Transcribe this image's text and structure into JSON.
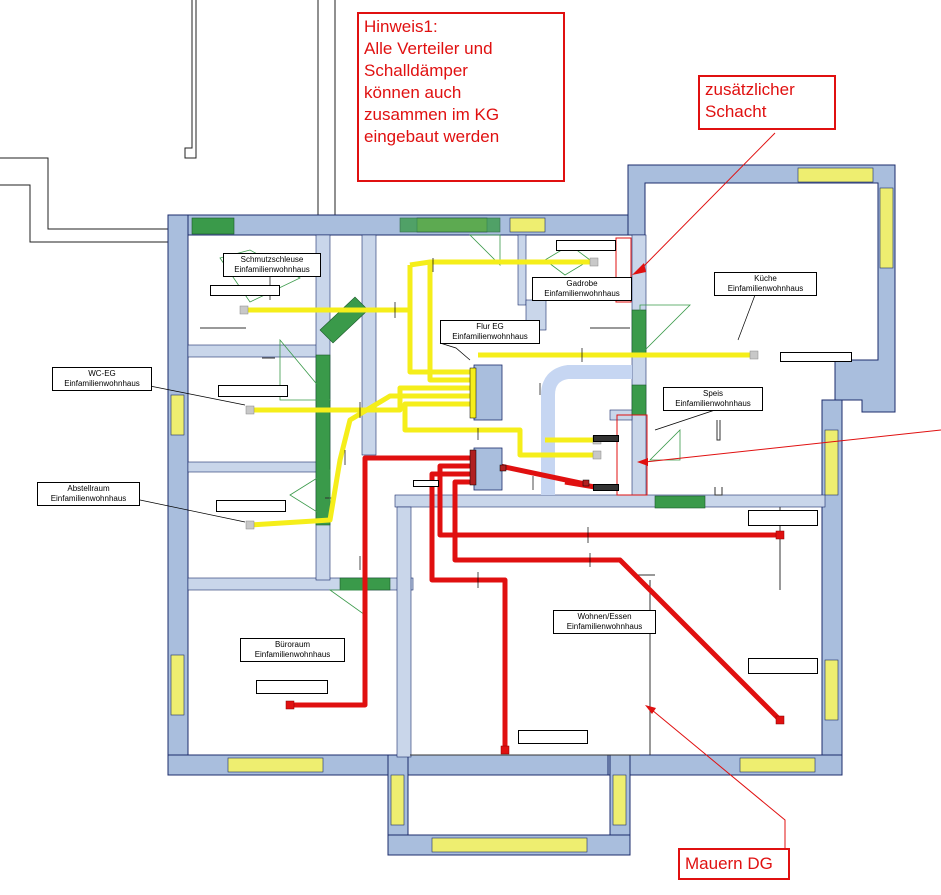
{
  "notes": {
    "hint": {
      "lines": [
        "Hinweis1:",
        "Alle Verteiler und",
        "Schalldämper",
        "können auch",
        "zusammen im KG",
        "eingebaut werden"
      ]
    },
    "shaft": {
      "lines": [
        "zusätzlicher",
        "Schacht"
      ]
    },
    "walls": {
      "label": "Mauern DG"
    }
  },
  "rooms": {
    "schmutzschleuse": {
      "name": "Schmutzschleuse",
      "sub": "Einfamilienwohnhaus"
    },
    "garderobe": {
      "name": "Gadrobe",
      "sub": "Einfamilienwohnhaus"
    },
    "kueche": {
      "name": "Küche",
      "sub": "Einfamilienwohnhaus"
    },
    "flur": {
      "name": "Flur EG",
      "sub": "Einfamilienwohnhaus"
    },
    "wc": {
      "name": "WC-EG",
      "sub": "Einfamilienwohnhaus"
    },
    "speis": {
      "name": "Speis",
      "sub": "Einfamilienwohnhaus"
    },
    "abstellraum": {
      "name": "Abstellraum",
      "sub": "Einfamilienwohnhaus"
    },
    "wohnen": {
      "name": "Wohnen/Essen",
      "sub": "Einfamilienwohnhaus"
    },
    "buero": {
      "name": "Büroraum",
      "sub": "Einfamilienwohnhaus"
    }
  },
  "colors": {
    "supply_pipe": "#f5ee1a",
    "exhaust_pipe": "#e01010",
    "wall_fill": "#a9bedd",
    "window_fill": "#eeee70",
    "green_shaft": "#3a9a4a",
    "annotation": "#e01010"
  }
}
